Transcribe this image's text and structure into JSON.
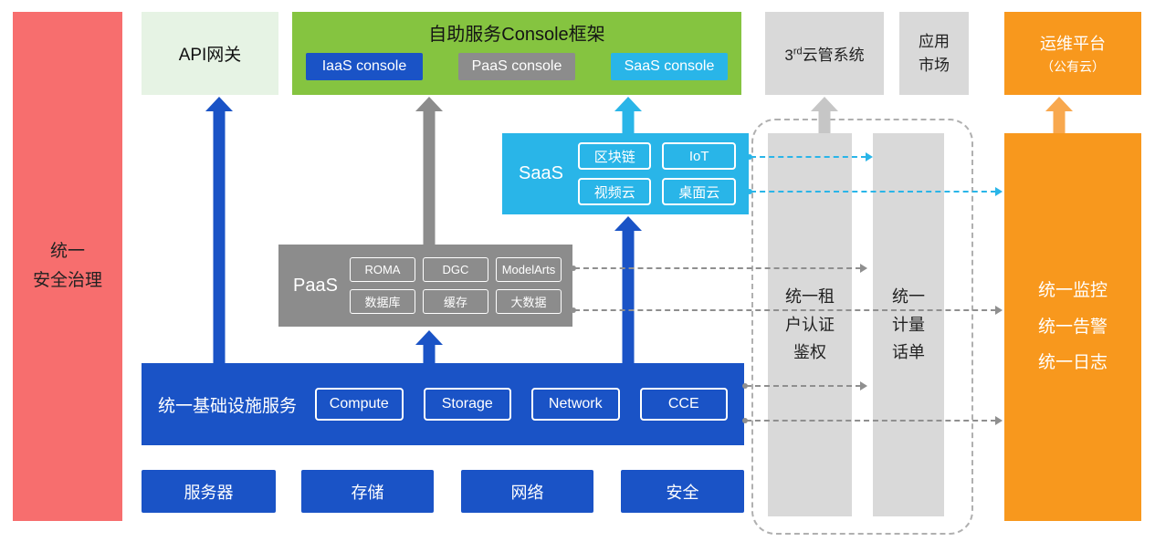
{
  "security_bar": {
    "label": "统一\n安全治理"
  },
  "api_gateway": {
    "label": "API网关"
  },
  "console_frame": {
    "title": "自助服务Console框架",
    "iaas_console": "IaaS console",
    "paas_console": "PaaS console",
    "saas_console": "SaaS console"
  },
  "third_cloud": {
    "num": "3",
    "sup": "rd",
    "rest": "云管系统"
  },
  "app_market": {
    "label": "应用\n市场"
  },
  "ops_platform": {
    "line1": "运维平台",
    "line2": "（公有云）"
  },
  "saas": {
    "label": "SaaS",
    "items": [
      "区块链",
      "IoT",
      "视频云",
      "桌面云"
    ]
  },
  "paas": {
    "label": "PaaS",
    "items": [
      "ROMA",
      "DGC",
      "ModelArts",
      "数据库",
      "缓存",
      "大数据"
    ]
  },
  "infra": {
    "label": "统一基础设施服务",
    "items": [
      "Compute",
      "Storage",
      "Network",
      "CCE"
    ]
  },
  "foundation": {
    "items": [
      "服务器",
      "存储",
      "网络",
      "安全"
    ]
  },
  "auth_bar": {
    "label": "统一租\n户认证\n鉴权"
  },
  "metering_bar": {
    "label": "统一\n计量\n话单"
  },
  "monitor_bar": {
    "label": "统一监控\n统一告警\n统一日志"
  },
  "colors": {
    "blue": "#1a53c6",
    "gray": "#8c8c8c",
    "cyan": "#29b5e8",
    "green": "#85c440",
    "light_green": "#e6f3e4",
    "light_gray": "#d9d9d9",
    "orange": "#f8981d",
    "red": "#f76e6e"
  }
}
